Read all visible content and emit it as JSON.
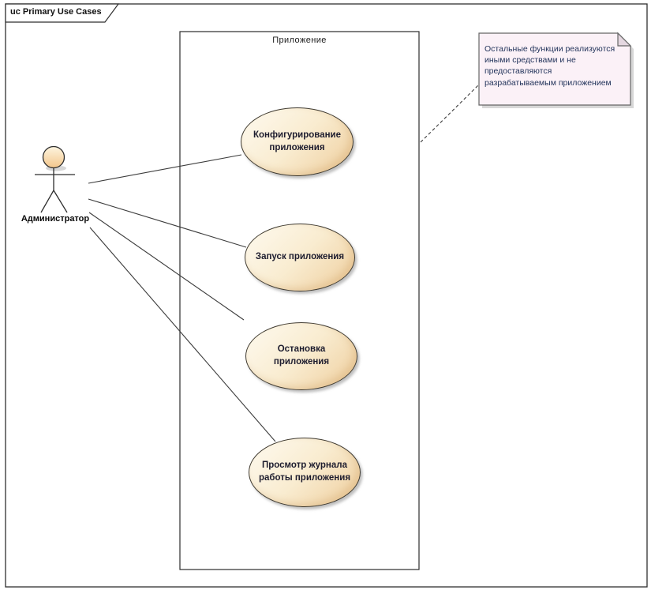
{
  "frame": {
    "title": "uc Primary Use Cases"
  },
  "boundary": {
    "title": "Приложение"
  },
  "actor": {
    "label": "Администратор"
  },
  "use_cases": [
    {
      "label": "Конфигурирование\nприложения"
    },
    {
      "label": "Запуск приложения"
    },
    {
      "label": "Остановка\nприложения"
    },
    {
      "label": "Просмотр журнала\nработы приложения"
    }
  ],
  "note": {
    "text": "Остальные функции реализуются\nиными средствами и не\nпредоставляются\nразрабатываемым приложением"
  },
  "colors": {
    "usecase_fill_top": "#fefaf0",
    "usecase_fill_bottom": "#eecd9c",
    "usecase_border": "#3f3a30",
    "note_fill": "#fbf1f7",
    "note_border": "#666666",
    "line": "#3c3c3c"
  }
}
